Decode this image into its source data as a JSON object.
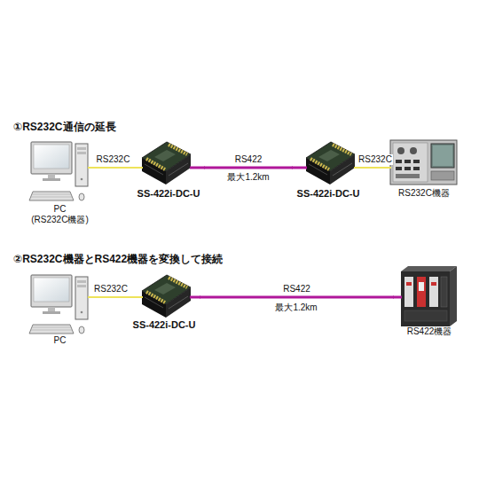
{
  "diagram": {
    "nodes": [
      {
        "text": [
          "PC",
          "(RS232C機器)"
        ]
      },
      {
        "text": [
          "SS-422i-DC-U"
        ]
      },
      {
        "text": [
          "SS-422i-DC-U"
        ]
      },
      {
        "text": [
          "RS232C機器"
        ]
      },
      {
        "text": [
          "PC"
        ]
      },
      {
        "text": [
          "SS-422i-DC-U"
        ]
      },
      {
        "text": [
          "RS422機器"
        ]
      }
    ],
    "edges": [
      {
        "from": 0,
        "to": 1,
        "arrow": "none",
        "label": "RS232C"
      },
      {
        "from": 1,
        "to": 2,
        "arrow": "none",
        "label": "RS422"
      },
      {
        "from": 2,
        "to": 3,
        "arrow": "none",
        "label": "RS232C"
      },
      {
        "from": 4,
        "to": 5,
        "arrow": "none",
        "label": "RS232C"
      },
      {
        "from": 5,
        "to": 6,
        "arrow": "none",
        "label": "RS422"
      }
    ],
    "labels": [
      "①RS232C通信の延長",
      "②RS232C機器とRS422機器を変換して接続",
      "最大1.2km",
      "最大1.2km"
    ]
  }
}
